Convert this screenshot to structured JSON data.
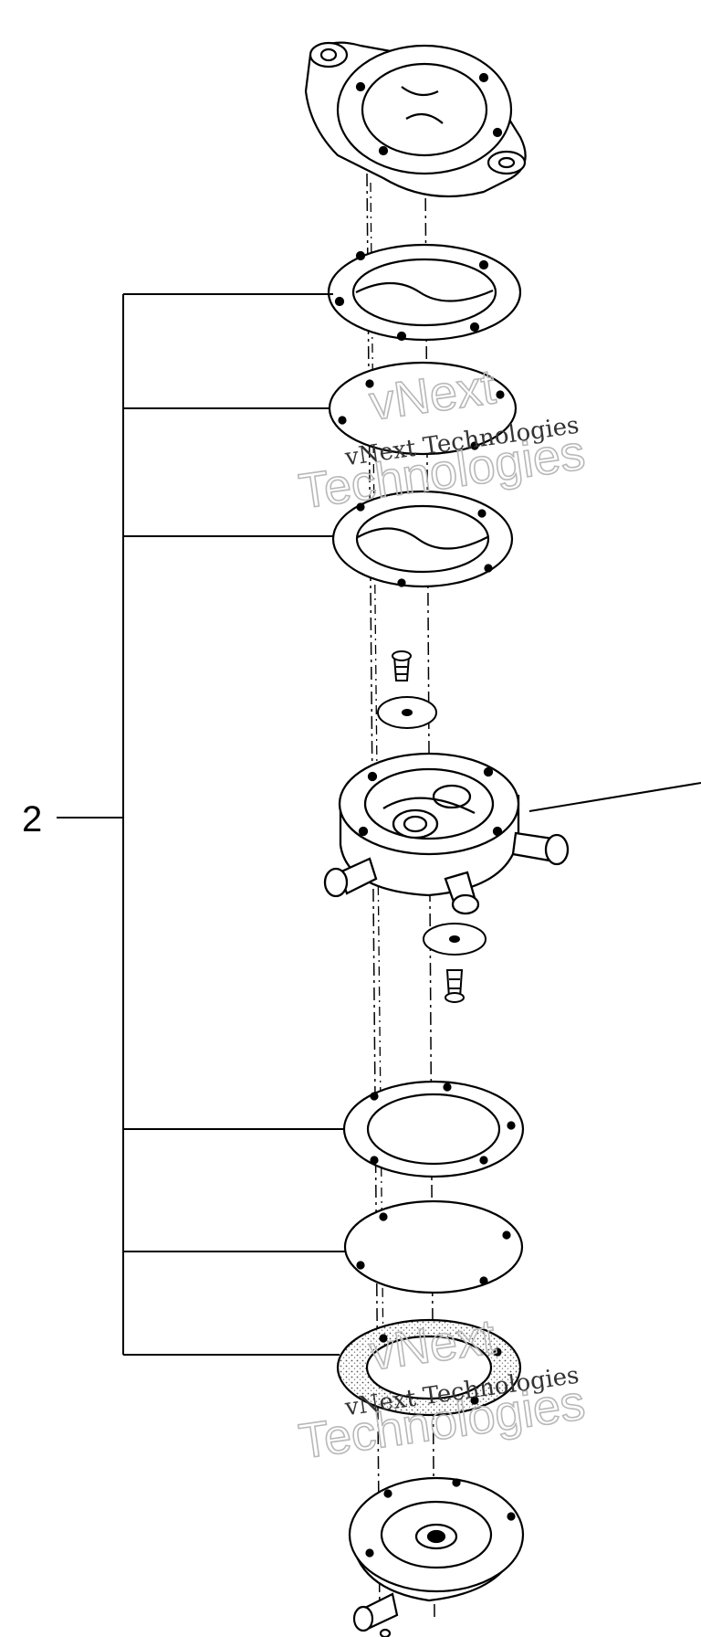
{
  "callout": {
    "label": "2"
  },
  "watermark": {
    "line_small": "vNext Technologies",
    "line_big_top": "vNext",
    "line_big_bottom": "Technologies"
  }
}
